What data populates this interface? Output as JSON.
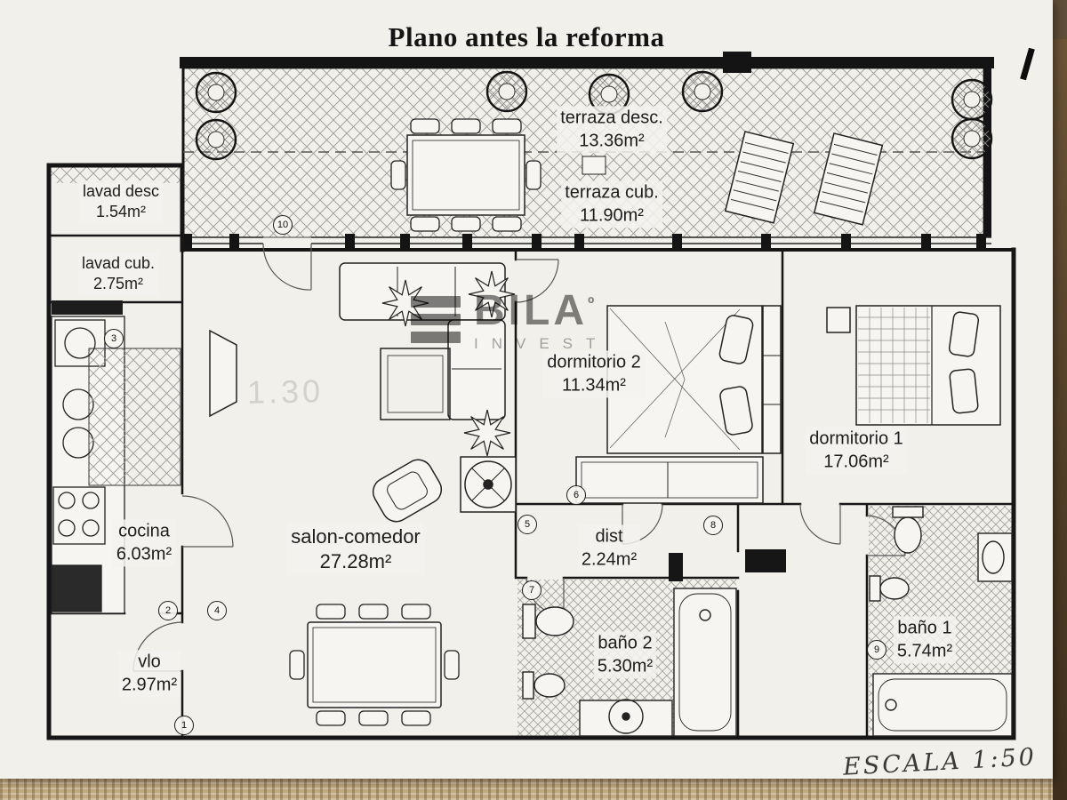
{
  "title": "Plano antes la reforma",
  "logo": {
    "name": "BILA",
    "degree": "º",
    "subtitle": "INVEST"
  },
  "scale_label": "ESCALA 1:50",
  "ghost_mark": "1.30",
  "rooms": [
    {
      "name": "terraza desc.",
      "area": "13.36m²"
    },
    {
      "name": "terraza cub.",
      "area": "11.90m²"
    },
    {
      "name": "lavad desc",
      "area": "1.54m²"
    },
    {
      "name": "lavad cub.",
      "area": "2.75m²"
    },
    {
      "name": "cocina",
      "area": "6.03m²"
    },
    {
      "name": "vlo",
      "area": "2.97m²"
    },
    {
      "name": "salon-comedor",
      "area": "27.28m²"
    },
    {
      "name": "dormitorio 2",
      "area": "11.34m²"
    },
    {
      "name": "dormitorio 1",
      "area": "17.06m²"
    },
    {
      "name": "dist",
      "area": "2.24m²"
    },
    {
      "name": "baño 2",
      "area": "5.30m²"
    },
    {
      "name": "baño 1",
      "area": "5.74m²"
    }
  ],
  "markers": [
    "1",
    "2",
    "3",
    "4",
    "5",
    "6",
    "7",
    "8",
    "9",
    "10"
  ]
}
